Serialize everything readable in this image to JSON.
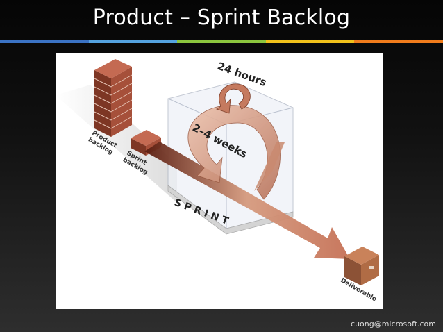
{
  "slide": {
    "title": "Product – Sprint Backlog",
    "footer": "cuong@microsoft.com"
  },
  "colors": {
    "bar": [
      "#3b73c4",
      "#55a3e0",
      "#8cc63e",
      "#f2c21b",
      "#f07c1c"
    ],
    "brick": "#a6503a",
    "arrow": "#c9896d"
  },
  "diagram": {
    "product_backlog": [
      "Product",
      "backlog"
    ],
    "sprint_backlog": [
      "Sprint",
      "backlog"
    ],
    "daily_label": "24 hours",
    "sprint_length_label": "2–4 weeks",
    "sprint_label": "S P R I N T",
    "deliverable_label": "Deliverable"
  }
}
